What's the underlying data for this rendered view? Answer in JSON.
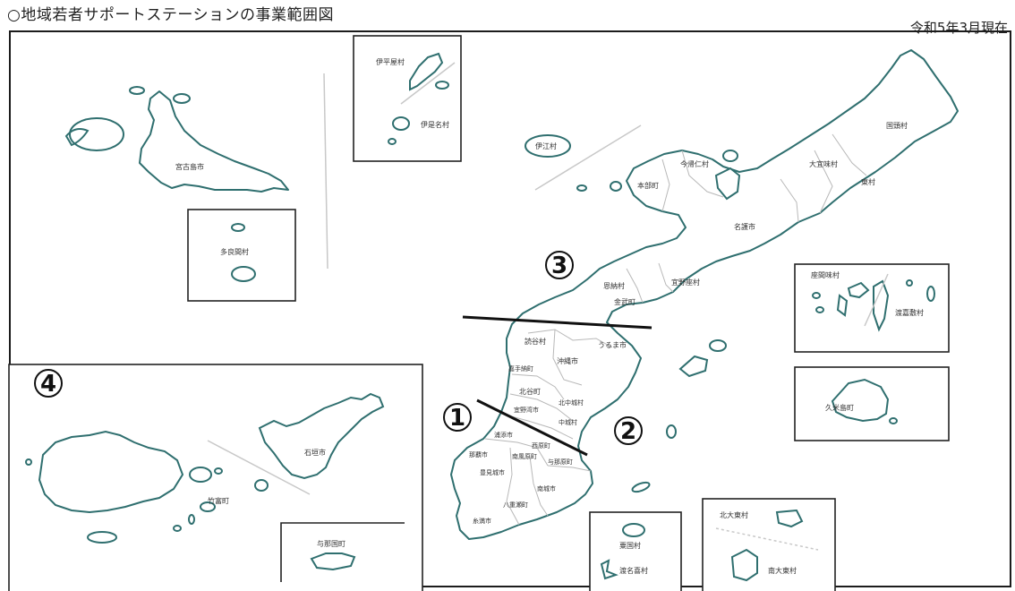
{
  "header": {
    "title": "○地域若者サポートステーションの事業範囲図",
    "date": "令和5年3月現在"
  },
  "zones": {
    "z1": "1",
    "z2": "2",
    "z3": "3",
    "z4": "4"
  },
  "labels": {
    "miyakojima": "宮古島市",
    "taramason": "多良間村",
    "iheyason": "伊平屋村",
    "izenason": "伊是名村",
    "iesonf": "伊江村",
    "nakijinson": "今帰仁村",
    "motobucho": "本部町",
    "kunigamison": "国頭村",
    "ogimison": "大宜味村",
    "higashison": "東村",
    "nagoshi": "名護市",
    "onnason": "恩納村",
    "ginozason": "宜野座村",
    "kincho": "金武町",
    "uruma": "うるま市",
    "yomitanson": "読谷村",
    "kadenacho": "嘉手納町",
    "okinawashi": "沖縄市",
    "chatancho": "北谷町",
    "kitanakagusuku": "北中城村",
    "ginowan": "宜野湾市",
    "nakagusuku": "中城村",
    "urasoe": "浦添市",
    "nishihara": "西原町",
    "naha": "那覇市",
    "haebaru": "南風原町",
    "yonabaru": "与那原町",
    "tomigusuku": "豊見城市",
    "nanjo": "南城市",
    "yaese": "八重瀬町",
    "itoman": "糸満市",
    "zamami": "座間味村",
    "tokashiki": "渡嘉敷村",
    "kumejima": "久米島町",
    "aguni": "粟国村",
    "tonaki": "渡名喜村",
    "kitadaito": "北大東村",
    "minamidaito": "南大東村",
    "ishigaki": "石垣市",
    "taketomi": "竹富町",
    "yonaguni": "与那国町"
  }
}
